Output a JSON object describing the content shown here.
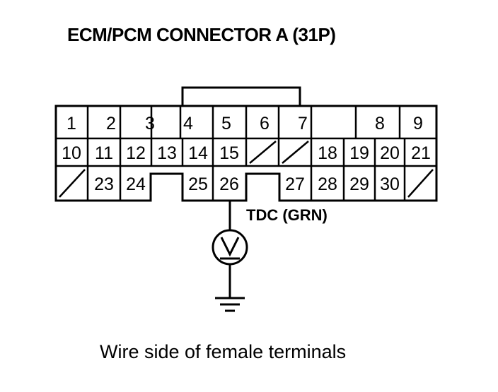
{
  "title": "ECM/PCM CONNECTOR A (31P)",
  "caption": "Wire side of female terminals",
  "probe_label": "TDC (GRN)",
  "meter_symbol": "voltmeter-icon",
  "ground_symbol": "ground-icon",
  "connector": {
    "row1": [
      "1",
      "2",
      "3",
      "4",
      "5",
      "6",
      "7",
      "8",
      "9"
    ],
    "row2": [
      "10",
      "11",
      "12",
      "13",
      "14",
      "15",
      "18",
      "19",
      "20",
      "21"
    ],
    "row3": [
      "23",
      "24",
      "25",
      "26",
      "27",
      "28",
      "29",
      "30"
    ],
    "probed_pin": "26"
  },
  "colors": {
    "ink": "#000000",
    "background": "#ffffff"
  }
}
